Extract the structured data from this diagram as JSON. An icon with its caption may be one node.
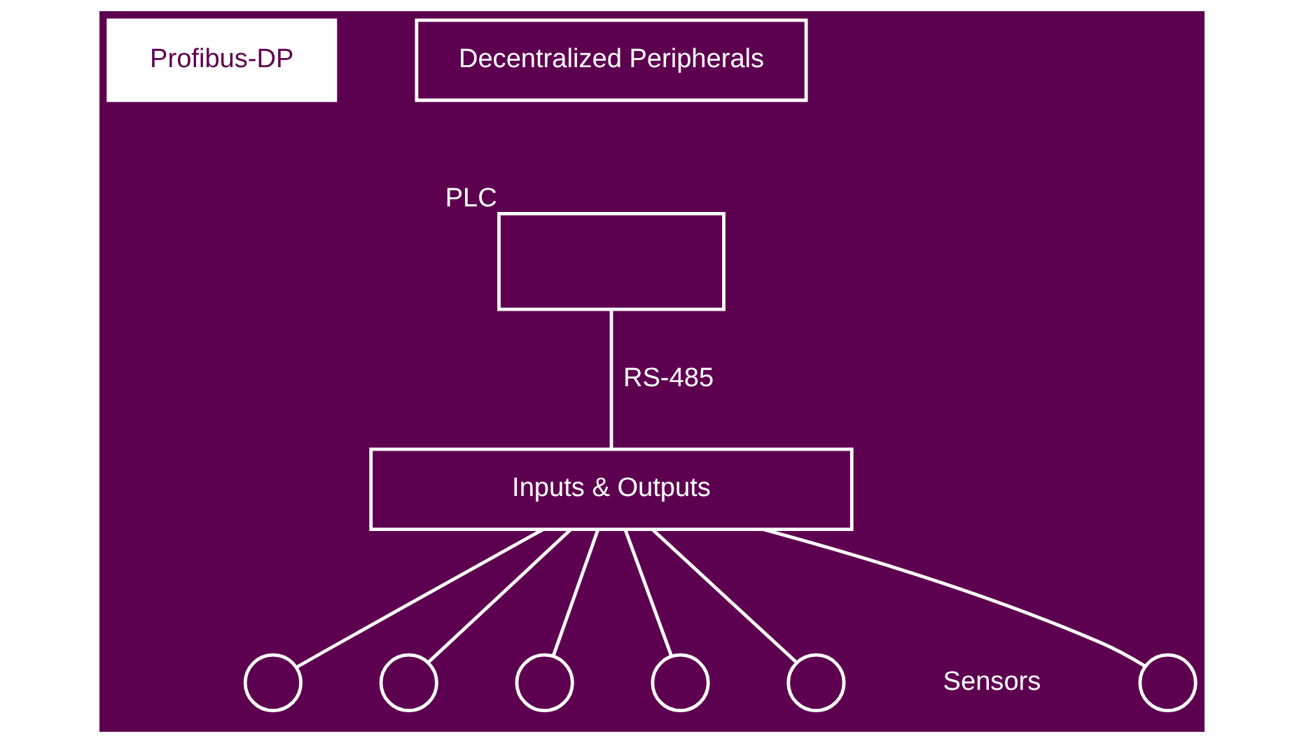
{
  "diagram": {
    "nodes": [
      {
        "text": [
          "Profibus-DP"
        ]
      },
      {
        "text": [
          "Decentralized Peripherals"
        ]
      },
      {
        "text": [],
        "shape": "box",
        "beside": [
          "PLC"
        ]
      },
      {
        "text": [
          "Inputs & Outputs"
        ]
      },
      {
        "text": [],
        "shape": "circle"
      },
      {
        "text": [],
        "shape": "circle"
      },
      {
        "text": [],
        "shape": "circle"
      },
      {
        "text": [],
        "shape": "circle"
      },
      {
        "text": [],
        "shape": "circle"
      },
      {
        "text": [],
        "shape": "circle"
      }
    ],
    "edges": [
      {
        "from": 2,
        "to": 3,
        "arrow": "none",
        "label": "RS-485"
      },
      {
        "from": 3,
        "to": 4,
        "arrow": "none"
      },
      {
        "from": 3,
        "to": 5,
        "arrow": "none"
      },
      {
        "from": 3,
        "to": 6,
        "arrow": "none"
      },
      {
        "from": 3,
        "to": 7,
        "arrow": "none"
      },
      {
        "from": 3,
        "to": 8,
        "arrow": "none"
      },
      {
        "from": 3,
        "to": 9,
        "arrow": "none"
      }
    ],
    "labels": [
      "Sensors"
    ]
  }
}
